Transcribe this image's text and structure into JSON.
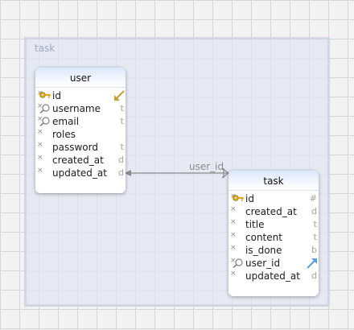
{
  "group": {
    "title": "task"
  },
  "relation": {
    "label": "user_id"
  },
  "tables": {
    "user": {
      "name": "user",
      "columns": [
        {
          "name": "id",
          "type": "",
          "icon": "key-icon",
          "fk": "fk-arrow-icon"
        },
        {
          "name": "username",
          "type": "t",
          "icon": "index-icon"
        },
        {
          "name": "email",
          "type": "t",
          "icon": "index-icon"
        },
        {
          "name": "roles",
          "type": "",
          "icon": ""
        },
        {
          "name": "password",
          "type": "t",
          "icon": ""
        },
        {
          "name": "created_at",
          "type": "d",
          "icon": ""
        },
        {
          "name": "updated_at",
          "type": "d",
          "icon": ""
        }
      ]
    },
    "task": {
      "name": "task",
      "columns": [
        {
          "name": "id",
          "type": "#",
          "icon": "key-icon"
        },
        {
          "name": "created_at",
          "type": "d",
          "icon": ""
        },
        {
          "name": "title",
          "type": "t",
          "icon": ""
        },
        {
          "name": "content",
          "type": "t",
          "icon": ""
        },
        {
          "name": "is_done",
          "type": "b",
          "icon": ""
        },
        {
          "name": "user_id",
          "type": "",
          "icon": "index-icon",
          "fk": "fk-arrow-icon"
        },
        {
          "name": "updated_at",
          "type": "d",
          "icon": ""
        }
      ]
    }
  },
  "colors": {
    "key_icon": "#e0a81c",
    "user_fk_arrow": "#c9a12e",
    "task_fk_arrow": "#5aa0de",
    "relation_line": "#8a8a8a"
  }
}
